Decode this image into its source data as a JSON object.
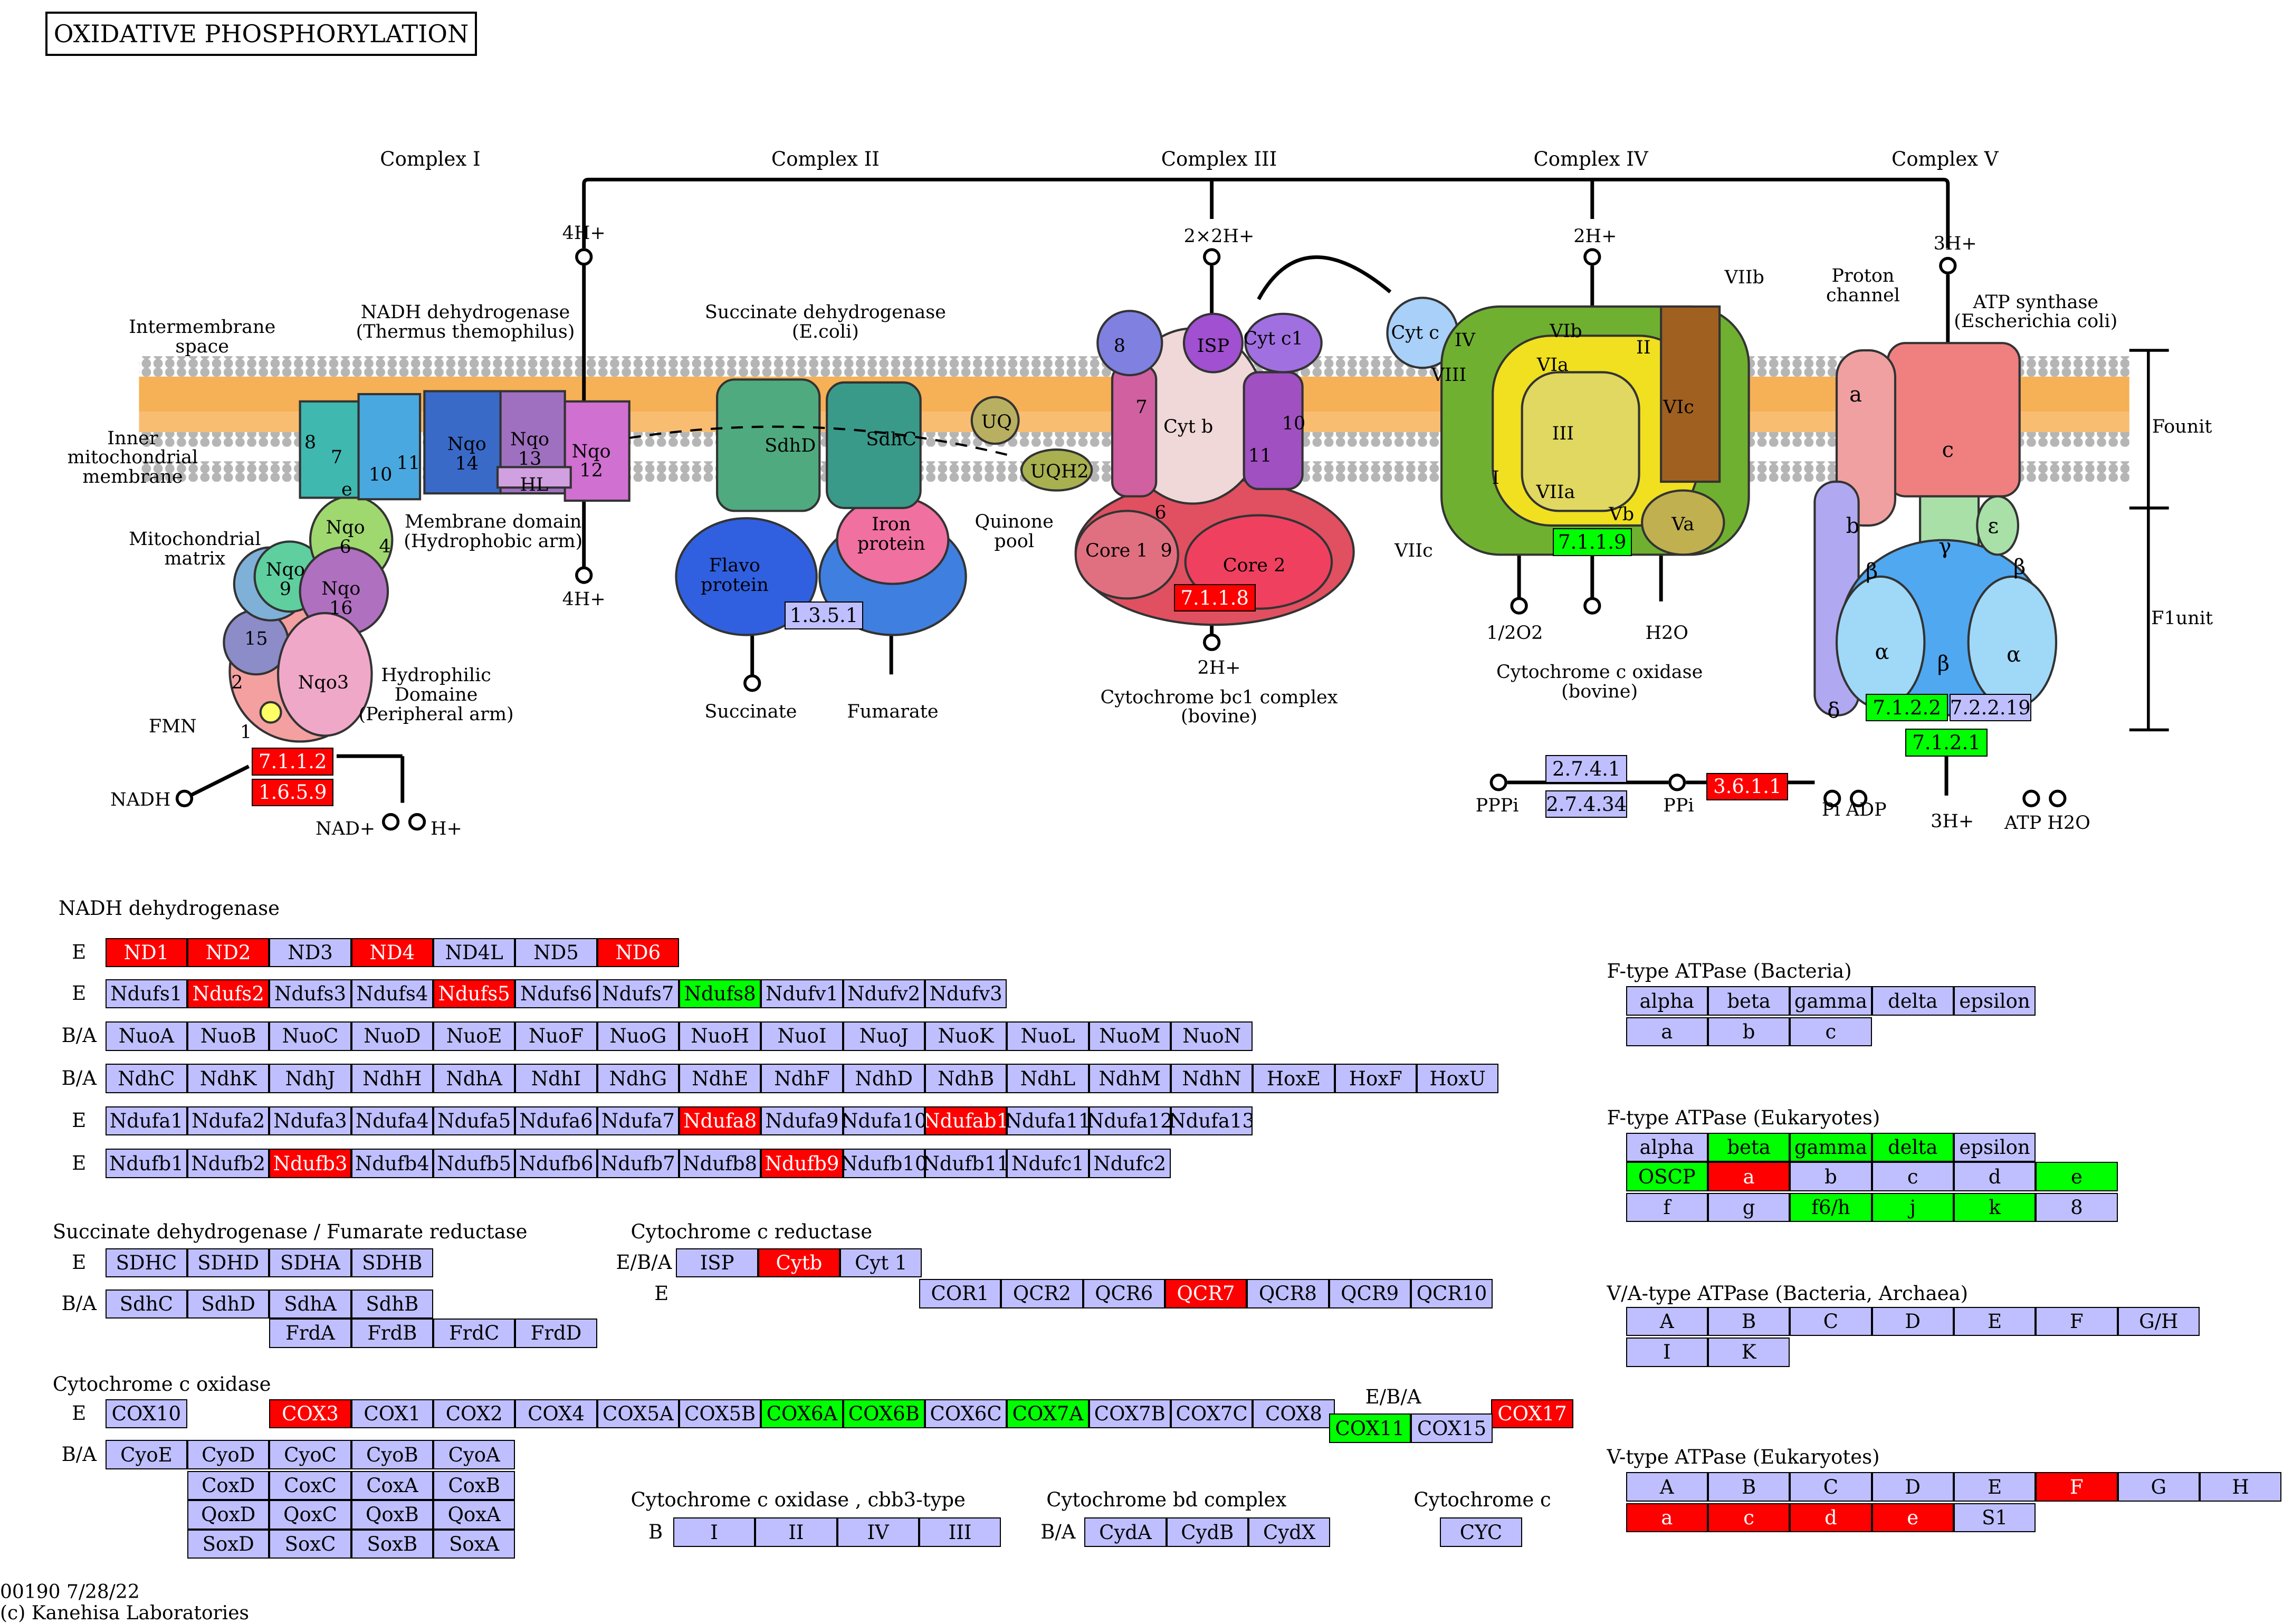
{
  "title": "OXIDATIVE PHOSPHORYLATION",
  "footer": {
    "id": "00190 7/28/22",
    "copyright": "(c) Kanehisa Laboratories"
  },
  "colors": {
    "red": "#ff0000",
    "green": "#00ff00",
    "default": "#bfbfff",
    "membrane": "#f5a742"
  },
  "complexes": [
    "Complex I",
    "Complex II",
    "Complex III",
    "Complex IV",
    "Complex V"
  ],
  "diagram_labels": {
    "ims": "Intermembrane\nspace",
    "imm": "Inner\nmitochondrial\nmembrane",
    "matrix": "Mitochondrial\nmatrix",
    "nadh_dh": "NADH dehydrogenase\n(Thermus themophilus)",
    "sdh": "Succinate dehydrogenase\n(E.coli)",
    "membrane_domain": "Membrane domain\n(Hydrophobic arm)",
    "hydrophilic": "Hydrophilic\nDomaine\n(Peripheral arm)",
    "quinone_pool": "Quinone\npool",
    "bc1": "Cytochrome bc1 complex\n(bovine)",
    "cox": "Cytochrome c oxidase\n(bovine)",
    "proton_channel": "Proton\nchannel",
    "atp_synthase": "ATP synthase\n(Escherichia coli)",
    "fo": "Founit",
    "f1": "F1unit",
    "h4a": "4H+",
    "h4b": "4H+",
    "h22": "2×2H+",
    "h2a": "2H+",
    "h2b": "2H+",
    "h3a": "3H+",
    "h3b": "3H+",
    "fmn": "FMN",
    "nadh": "NADH",
    "nad": "NAD+",
    "hplus": "H+",
    "succinate": "Succinate",
    "fumarate": "Fumarate",
    "o2": "1/2O2",
    "h2o": "H2O",
    "pppi": "PPPi",
    "ppi": "PPi",
    "piadp": "Pi ADP",
    "atph2o": "ATP H2O",
    "uq": "UQ",
    "uqh2": "UQH2",
    "flavo": "Flavo\nprotein",
    "iron": "Iron\nprotein",
    "cytc": "Cyt c",
    "core1": "Core 1",
    "core2": "Core 2",
    "isp": "ISP",
    "cytb": "Cyt b",
    "cytc1": "Cyt c1",
    "sdhd": "SdhD",
    "sdhc": "SdhC",
    "nqo3": "Nqo3",
    "nqo6": "Nqo\n6",
    "nqo9": "Nqo\n9",
    "nqo16": "Nqo\n16",
    "nqo14": "Nqo\n14",
    "nqo13": "Nqo\n13",
    "nqo12": "Nqo\n12",
    "hl": "HL",
    "n8": "8",
    "n7": "7",
    "ne": "e",
    "n10": "10",
    "n11": "11",
    "n4": "4",
    "n15": "15",
    "n2": "2",
    "n1": "1",
    "c8": "8",
    "c7": "7",
    "c6": "6",
    "c9": "9",
    "c10": "10",
    "c11": "11",
    "VIII": "VIII",
    "IV": "IV",
    "VIb": "VIb",
    "VIIb": "VIIb",
    "VIa": "VIa",
    "III": "III",
    "II": "II",
    "VIc": "VIc",
    "I": "I",
    "VIIa": "VIIa",
    "Vb": "Vb",
    "Va": "Va",
    "VIIc": "VIIc",
    "a": "a",
    "b": "b",
    "c": "c",
    "gamma": "γ",
    "eps": "ε",
    "beta1": "β",
    "beta2": "β",
    "beta3": "β",
    "alpha1": "α",
    "alpha2": "α",
    "delta": "δ"
  },
  "diagram_ecs": [
    {
      "t": "7.1.1.2",
      "s": "red"
    },
    {
      "t": "1.6.5.9",
      "s": "red"
    },
    {
      "t": "1.3.5.1",
      "s": ""
    },
    {
      "t": "7.1.1.8",
      "s": "red"
    },
    {
      "t": "7.1.1.9",
      "s": "green"
    },
    {
      "t": "7.1.2.2",
      "s": "green"
    },
    {
      "t": "7.2.2.19",
      "s": ""
    },
    {
      "t": "7.1.2.1",
      "s": "green"
    },
    {
      "t": "2.7.4.1",
      "s": ""
    },
    {
      "t": "2.7.4.34",
      "s": ""
    },
    {
      "t": "3.6.1.1",
      "s": "red"
    }
  ],
  "sections": [
    {
      "title": "NADH dehydrogenase"
    },
    {
      "title": "Succinate dehydrogenase / Fumarate reductase"
    },
    {
      "title": "Cytochrome c reductase"
    },
    {
      "title": "Cytochrome c oxidase"
    },
    {
      "title": "Cytochrome c oxidase , cbb3-type"
    },
    {
      "title": "Cytochrome bd complex"
    },
    {
      "title": "Cytochrome c"
    },
    {
      "title": "F-type ATPase (Bacteria)"
    },
    {
      "title": "F-type ATPase (Eukaryotes)"
    },
    {
      "title": "V/A-type ATPase (Bacteria, Archaea)"
    },
    {
      "title": "V-type ATPase (Eukaryotes)"
    }
  ],
  "grid_rows": [
    {
      "p": "E",
      "cells": [
        [
          "ND1",
          "red"
        ],
        [
          "ND2",
          "red"
        ],
        [
          "ND3",
          ""
        ],
        [
          "ND4",
          "red"
        ],
        [
          "ND4L",
          ""
        ],
        [
          "ND5",
          ""
        ],
        [
          "ND6",
          "red"
        ]
      ]
    },
    {
      "p": "E",
      "cells": [
        [
          "Ndufs1",
          ""
        ],
        [
          "Ndufs2",
          "red"
        ],
        [
          "Ndufs3",
          ""
        ],
        [
          "Ndufs4",
          ""
        ],
        [
          "Ndufs5",
          "red"
        ],
        [
          "Ndufs6",
          ""
        ],
        [
          "Ndufs7",
          ""
        ],
        [
          "Ndufs8",
          "green"
        ],
        [
          "Ndufv1",
          ""
        ],
        [
          "Ndufv2",
          ""
        ],
        [
          "Ndufv3",
          ""
        ]
      ]
    },
    {
      "p": "B/A",
      "cells": [
        [
          "NuoA",
          ""
        ],
        [
          "NuoB",
          ""
        ],
        [
          "NuoC",
          ""
        ],
        [
          "NuoD",
          ""
        ],
        [
          "NuoE",
          ""
        ],
        [
          "NuoF",
          ""
        ],
        [
          "NuoG",
          ""
        ],
        [
          "NuoH",
          ""
        ],
        [
          "NuoI",
          ""
        ],
        [
          "NuoJ",
          ""
        ],
        [
          "NuoK",
          ""
        ],
        [
          "NuoL",
          ""
        ],
        [
          "NuoM",
          ""
        ],
        [
          "NuoN",
          ""
        ]
      ]
    },
    {
      "p": "B/A",
      "cells": [
        [
          "NdhC",
          ""
        ],
        [
          "NdhK",
          ""
        ],
        [
          "NdhJ",
          ""
        ],
        [
          "NdhH",
          ""
        ],
        [
          "NdhA",
          ""
        ],
        [
          "NdhI",
          ""
        ],
        [
          "NdhG",
          ""
        ],
        [
          "NdhE",
          ""
        ],
        [
          "NdhF",
          ""
        ],
        [
          "NdhD",
          ""
        ],
        [
          "NdhB",
          ""
        ],
        [
          "NdhL",
          ""
        ],
        [
          "NdhM",
          ""
        ],
        [
          "NdhN",
          ""
        ],
        [
          "HoxE",
          ""
        ],
        [
          "HoxF",
          ""
        ],
        [
          "HoxU",
          ""
        ]
      ]
    },
    {
      "p": "E",
      "cells": [
        [
          "Ndufa1",
          ""
        ],
        [
          "Ndufa2",
          ""
        ],
        [
          "Ndufa3",
          ""
        ],
        [
          "Ndufa4",
          ""
        ],
        [
          "Ndufa5",
          ""
        ],
        [
          "Ndufa6",
          ""
        ],
        [
          "Ndufa7",
          ""
        ],
        [
          "Ndufa8",
          "red"
        ],
        [
          "Ndufa9",
          ""
        ],
        [
          "Ndufa10",
          ""
        ],
        [
          "Ndufab1",
          "red"
        ],
        [
          "Ndufa11",
          ""
        ],
        [
          "Ndufa12",
          ""
        ],
        [
          "Ndufa13",
          ""
        ]
      ]
    },
    {
      "p": "E",
      "cells": [
        [
          "Ndufb1",
          ""
        ],
        [
          "Ndufb2",
          ""
        ],
        [
          "Ndufb3",
          "red"
        ],
        [
          "Ndufb4",
          ""
        ],
        [
          "Ndufb5",
          ""
        ],
        [
          "Ndufb6",
          ""
        ],
        [
          "Ndufb7",
          ""
        ],
        [
          "Ndufb8",
          ""
        ],
        [
          "Ndufb9",
          "red"
        ],
        [
          "Ndufb10",
          ""
        ],
        [
          "Ndufb11",
          ""
        ],
        [
          "Ndufc1",
          ""
        ],
        [
          "Ndufc2",
          ""
        ]
      ]
    },
    {
      "p": "E",
      "cells": [
        [
          "SDHC",
          ""
        ],
        [
          "SDHD",
          ""
        ],
        [
          "SDHA",
          ""
        ],
        [
          "SDHB",
          ""
        ]
      ]
    },
    {
      "p": "B/A",
      "cells": [
        [
          "SdhC",
          ""
        ],
        [
          "SdhD",
          ""
        ],
        [
          "SdhA",
          ""
        ],
        [
          "SdhB",
          ""
        ]
      ]
    },
    {
      "p": "",
      "cells": [
        [
          "FrdA",
          ""
        ],
        [
          "FrdB",
          ""
        ],
        [
          "FrdC",
          ""
        ],
        [
          "FrdD",
          ""
        ]
      ]
    },
    {
      "p": "E/B/A",
      "cells": [
        [
          "ISP",
          ""
        ],
        [
          "Cytb",
          "red"
        ],
        [
          "Cyt 1",
          ""
        ]
      ]
    },
    {
      "p": "E",
      "cells": [
        [
          "COR1",
          ""
        ],
        [
          "QCR2",
          ""
        ],
        [
          "QCR6",
          ""
        ],
        [
          "QCR7",
          "red"
        ],
        [
          "QCR8",
          ""
        ],
        [
          "QCR9",
          ""
        ],
        [
          "QCR10",
          ""
        ]
      ]
    },
    {
      "p": "E",
      "cells": [
        [
          "COX10",
          ""
        ],
        [
          "COX3",
          "red"
        ],
        [
          "COX1",
          ""
        ],
        [
          "COX2",
          ""
        ],
        [
          "COX4",
          ""
        ],
        [
          "COX5A",
          ""
        ],
        [
          "COX5B",
          ""
        ],
        [
          "COX6A",
          "green"
        ],
        [
          "COX6B",
          "green"
        ],
        [
          "COX6C",
          ""
        ],
        [
          "COX7A",
          "green"
        ],
        [
          "COX7B",
          ""
        ],
        [
          "COX7C",
          ""
        ],
        [
          "COX8",
          ""
        ],
        [
          "COX17",
          "red"
        ]
      ]
    },
    {
      "p": "E/B/A",
      "cells": [
        [
          "COX11",
          "green"
        ],
        [
          "COX15",
          ""
        ]
      ]
    },
    {
      "p": "B/A",
      "cells": [
        [
          "CyoE",
          ""
        ],
        [
          "CyoD",
          ""
        ],
        [
          "CyoC",
          ""
        ],
        [
          "CyoB",
          ""
        ],
        [
          "CyoA",
          ""
        ]
      ]
    },
    {
      "p": "",
      "cells": [
        [
          "CoxD",
          ""
        ],
        [
          "CoxC",
          ""
        ],
        [
          "CoxA",
          ""
        ],
        [
          "CoxB",
          ""
        ]
      ]
    },
    {
      "p": "",
      "cells": [
        [
          "QoxD",
          ""
        ],
        [
          "QoxC",
          ""
        ],
        [
          "QoxB",
          ""
        ],
        [
          "QoxA",
          ""
        ]
      ]
    },
    {
      "p": "",
      "cells": [
        [
          "SoxD",
          ""
        ],
        [
          "SoxC",
          ""
        ],
        [
          "SoxB",
          ""
        ],
        [
          "SoxA",
          ""
        ]
      ]
    },
    {
      "p": "B",
      "cells": [
        [
          "I",
          ""
        ],
        [
          "II",
          ""
        ],
        [
          "IV",
          ""
        ],
        [
          "III",
          ""
        ]
      ]
    },
    {
      "p": "B/A",
      "cells": [
        [
          "CydA",
          ""
        ],
        [
          "CydB",
          ""
        ],
        [
          "CydX",
          ""
        ]
      ]
    },
    {
      "p": "",
      "cells": [
        [
          "CYC",
          ""
        ]
      ]
    },
    {
      "p": "",
      "cells": [
        [
          "alpha",
          ""
        ],
        [
          "beta",
          ""
        ],
        [
          "gamma",
          ""
        ],
        [
          "delta",
          ""
        ],
        [
          "epsilon",
          ""
        ]
      ]
    },
    {
      "p": "",
      "cells": [
        [
          "a",
          ""
        ],
        [
          "b",
          ""
        ],
        [
          "c",
          ""
        ]
      ]
    },
    {
      "p": "",
      "cells": [
        [
          "alpha",
          ""
        ],
        [
          "beta",
          "green"
        ],
        [
          "gamma",
          "green"
        ],
        [
          "delta",
          "green"
        ],
        [
          "epsilon",
          ""
        ]
      ]
    },
    {
      "p": "",
      "cells": [
        [
          "OSCP",
          "green"
        ],
        [
          "a",
          "red"
        ],
        [
          "b",
          ""
        ],
        [
          "c",
          ""
        ],
        [
          "d",
          ""
        ],
        [
          "e",
          "green"
        ]
      ]
    },
    {
      "p": "",
      "cells": [
        [
          "f",
          ""
        ],
        [
          "g",
          ""
        ],
        [
          "f6/h",
          "green"
        ],
        [
          "j",
          "green"
        ],
        [
          "k",
          "green"
        ],
        [
          "8",
          ""
        ]
      ]
    },
    {
      "p": "",
      "cells": [
        [
          "A",
          ""
        ],
        [
          "B",
          ""
        ],
        [
          "C",
          ""
        ],
        [
          "D",
          ""
        ],
        [
          "E",
          ""
        ],
        [
          "F",
          ""
        ],
        [
          "G/H",
          ""
        ]
      ]
    },
    {
      "p": "",
      "cells": [
        [
          "I",
          ""
        ],
        [
          "K",
          ""
        ]
      ]
    },
    {
      "p": "",
      "cells": [
        [
          "A",
          ""
        ],
        [
          "B",
          ""
        ],
        [
          "C",
          ""
        ],
        [
          "D",
          ""
        ],
        [
          "E",
          ""
        ],
        [
          "F",
          "red"
        ],
        [
          "G",
          ""
        ],
        [
          "H",
          ""
        ]
      ]
    },
    {
      "p": "",
      "cells": [
        [
          "a",
          "red"
        ],
        [
          "c",
          "red"
        ],
        [
          "d",
          "red"
        ],
        [
          "e",
          "red"
        ],
        [
          "S1",
          ""
        ]
      ]
    }
  ]
}
